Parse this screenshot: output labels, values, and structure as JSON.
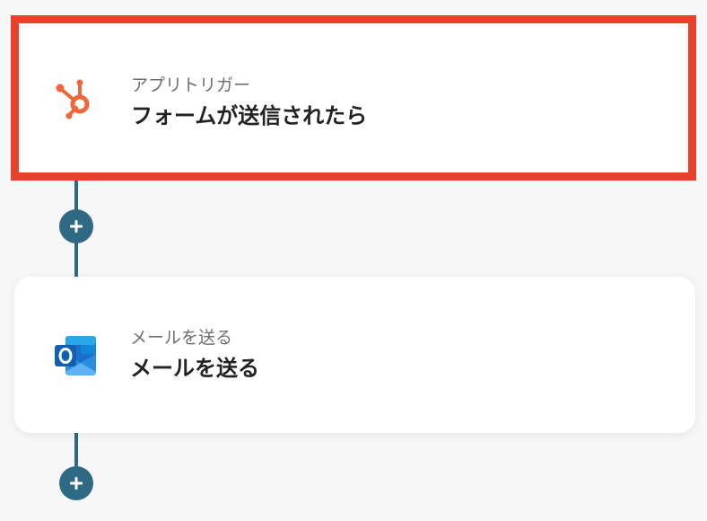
{
  "flow": {
    "trigger": {
      "app_icon": "hubspot-icon",
      "sublabel": "アプリトリガー",
      "title": "フォームが送信されたら",
      "highlight_color": "#e8412c"
    },
    "add_step_icon": "plus-icon",
    "action": {
      "app_icon": "outlook-icon",
      "sublabel": "メールを送る",
      "title": "メールを送る"
    },
    "connector_color": "#2f6a85"
  }
}
